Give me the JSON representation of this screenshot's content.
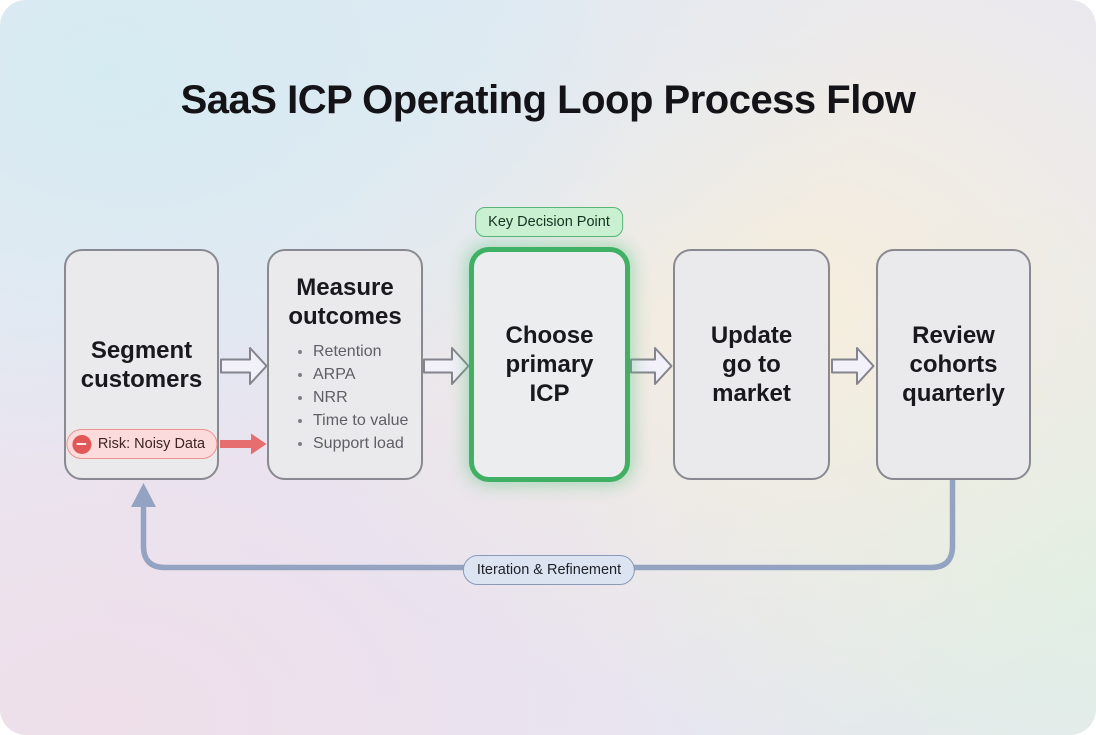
{
  "title": "SaaS ICP Operating Loop Process Flow",
  "nodes": [
    {
      "label": "Segment\ncustomers"
    },
    {
      "label": "Measure\noutcomes",
      "bullets": [
        "Retention",
        "ARPA",
        "NRR",
        "Time to value",
        "Support load"
      ]
    },
    {
      "label": "Choose\nprimary\nICP",
      "highlight": true
    },
    {
      "label": "Update\ngo to\nmarket"
    },
    {
      "label": "Review\ncohorts\nquarterly"
    }
  ],
  "badges": {
    "decision": "Key Decision Point",
    "risk": "Risk: Noisy Data",
    "loop": "Iteration & Refinement"
  },
  "colors": {
    "highlight_green": "#40b064",
    "decision_bg": "#c9f0d1",
    "risk_red": "#e25757",
    "risk_bg": "#fbdbdb",
    "loop_line": "#94a3c2",
    "loop_pill_bg": "#dce4f2",
    "node_bg": "#eaeaec",
    "node_border": "#898992"
  }
}
